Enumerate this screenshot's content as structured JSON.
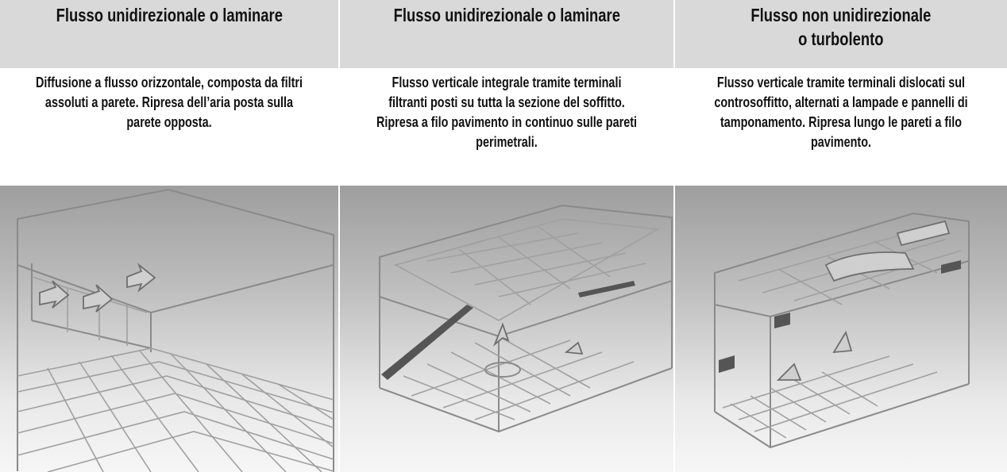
{
  "columns": [
    {
      "title": "Flusso unidirezionale o laminare",
      "description": "Diffusione a flusso orizzontale, composta da filtri assoluti a parete. Ripresa dell’aria posta sulla parete opposta."
    },
    {
      "title": "Flusso unidirezionale o laminare",
      "description": "Flusso verticale integrale tramite terminali filtranti posti su tutta la sezione del soffitto. Ripresa a filo pavimento in continuo sulle pareti perimetrali."
    },
    {
      "title": "Flusso non unidirezionale\no turbolento",
      "description": "Flusso verticale tramite terminali dislocati sul controsoffitto, alternati a lampade e pannelli di tamponamento. Ripresa lungo le pareti a filo pavimento."
    }
  ],
  "colors": {
    "header_bg": "#d9d9d9",
    "text": "#111111",
    "illustration_top": "#9e9e9e",
    "illustration_bottom": "#f6f6f6"
  }
}
